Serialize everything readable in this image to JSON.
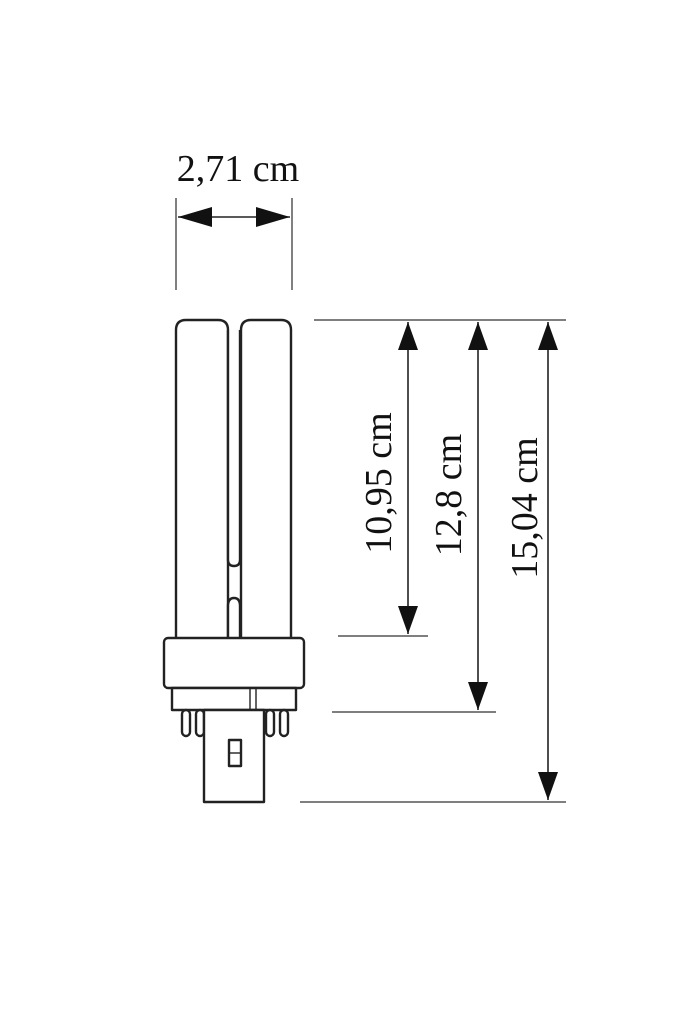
{
  "diagram": {
    "width_label": "2,71 cm",
    "height_labels": [
      "10,95 cm",
      "12,8 cm",
      "15,04 cm"
    ]
  }
}
